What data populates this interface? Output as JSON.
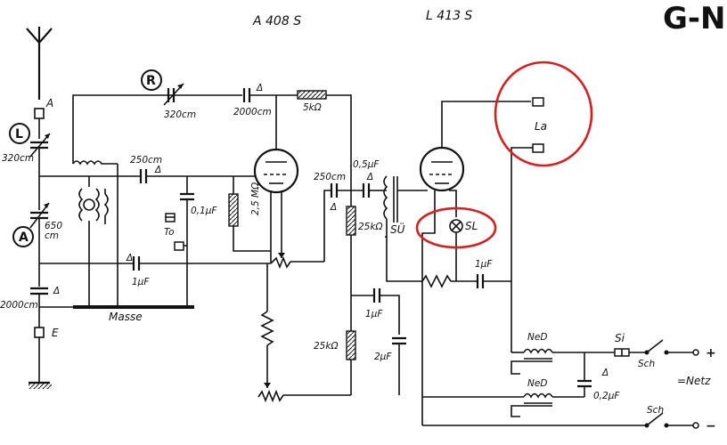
{
  "header": {
    "tube_left": "A 408 S",
    "tube_right": "L 413 S",
    "brand_partial": "G-N"
  },
  "labels": {
    "antenna": "A",
    "earth": "E",
    "ground_bus": "Masse",
    "reaction": "R",
    "tuning": "L",
    "aerial_coupling": "A",
    "coupling_transformer": "SÜ",
    "speaker": "La",
    "pilot_lamp": "SL",
    "neon_top": "NeD",
    "neon_bottom": "NeD",
    "fuse": "Si",
    "switch_top": "Sch",
    "switch_bottom": "Sch",
    "mains": "=Netz",
    "plus": "+",
    "minus": "−",
    "pickup": "To"
  },
  "components": {
    "c_reaction": "320cm",
    "c_tuning": "320cm",
    "c_ant_var": "650",
    "c_ant_var_unit": "cm",
    "c_earth": "2000cm",
    "c_top": "2000cm",
    "r_top": "5kΩ",
    "c_grid": "250cm",
    "c_bypass": "0,1μF",
    "r_grid": "2,5 MΩ",
    "c_lower": "1μF",
    "c_anode1": "250cm",
    "c_coupling": "0,5μF",
    "r_anode": "25kΩ",
    "c_out": "1μF",
    "c_filter1": "1μF",
    "r_series": "25kΩ",
    "c_filter2": "2μF",
    "c_mains": "0,2μF",
    "delta": "Δ"
  }
}
